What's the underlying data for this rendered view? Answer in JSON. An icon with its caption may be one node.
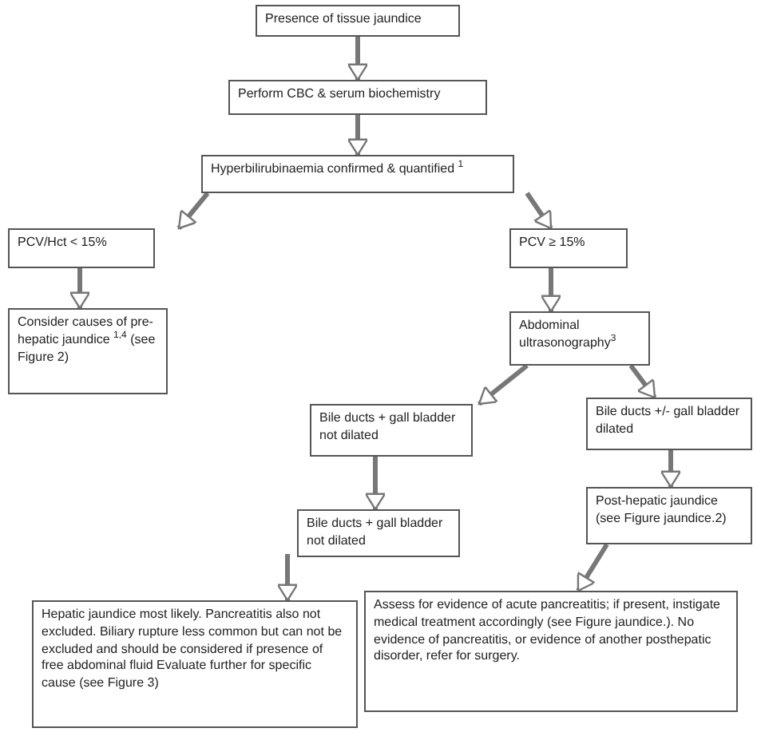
{
  "diagram": {
    "nodes": [
      {
        "text": [
          "Presence of tissue jaundice"
        ]
      },
      {
        "text": [
          "Perform CBC & serum biochemistry"
        ]
      },
      {
        "text": [
          "Hyperbilirubinaemia confirmed & quantified $^{1}$"
        ]
      },
      {
        "text": [
          "PCV/Hct < 15%"
        ]
      },
      {
        "text": [
          "PCV ≥ 15%"
        ]
      },
      {
        "text": [
          "Consider causes of pre-hepatic jaundice $^{1,4}$ (see Figure 2)"
        ]
      },
      {
        "text": [
          "Abdominal ultrasonography$^{3}$"
        ]
      },
      {
        "text": [
          "Bile ducts + gall bladder not dilated"
        ]
      },
      {
        "text": [
          "Bile ducts +/- gall bladder dilated"
        ]
      },
      {
        "text": [
          "Bile ducts + gall bladder not dilated"
        ]
      },
      {
        "text": [
          "Post-hepatic jaundice (see Figure jaundice.2)"
        ]
      },
      {
        "text": [
          "Hepatic jaundice most likely. Pancreatitis also not excluded. Biliary rupture less common but can not be excluded and should be considered if presence of free abdominal fluid Evaluate further for specific cause (see Figure 3)"
        ]
      },
      {
        "text": [
          "Assess for evidence of acute pancreatitis; if present, instigate medical treatment accordingly (see Figure jaundice.). No evidence of pancreatitis, or evidence of another posthepatic disorder, refer for surgery."
        ]
      }
    ],
    "edges": [
      {
        "from": 0,
        "to": 1,
        "arrow": "to"
      },
      {
        "from": 1,
        "to": 2,
        "arrow": "to"
      },
      {
        "from": 2,
        "to": 3,
        "arrow": "to"
      },
      {
        "from": 2,
        "to": 4,
        "arrow": "to"
      },
      {
        "from": 3,
        "to": 5,
        "arrow": "to"
      },
      {
        "from": 4,
        "to": 6,
        "arrow": "to"
      },
      {
        "from": 6,
        "to": 7,
        "arrow": "to"
      },
      {
        "from": 6,
        "to": 8,
        "arrow": "to"
      },
      {
        "from": 7,
        "to": 9,
        "arrow": "to"
      },
      {
        "from": 8,
        "to": 10,
        "arrow": "to"
      },
      {
        "from": 9,
        "to": 11,
        "arrow": "to"
      },
      {
        "from": 10,
        "to": 12,
        "arrow": "to"
      }
    ]
  }
}
